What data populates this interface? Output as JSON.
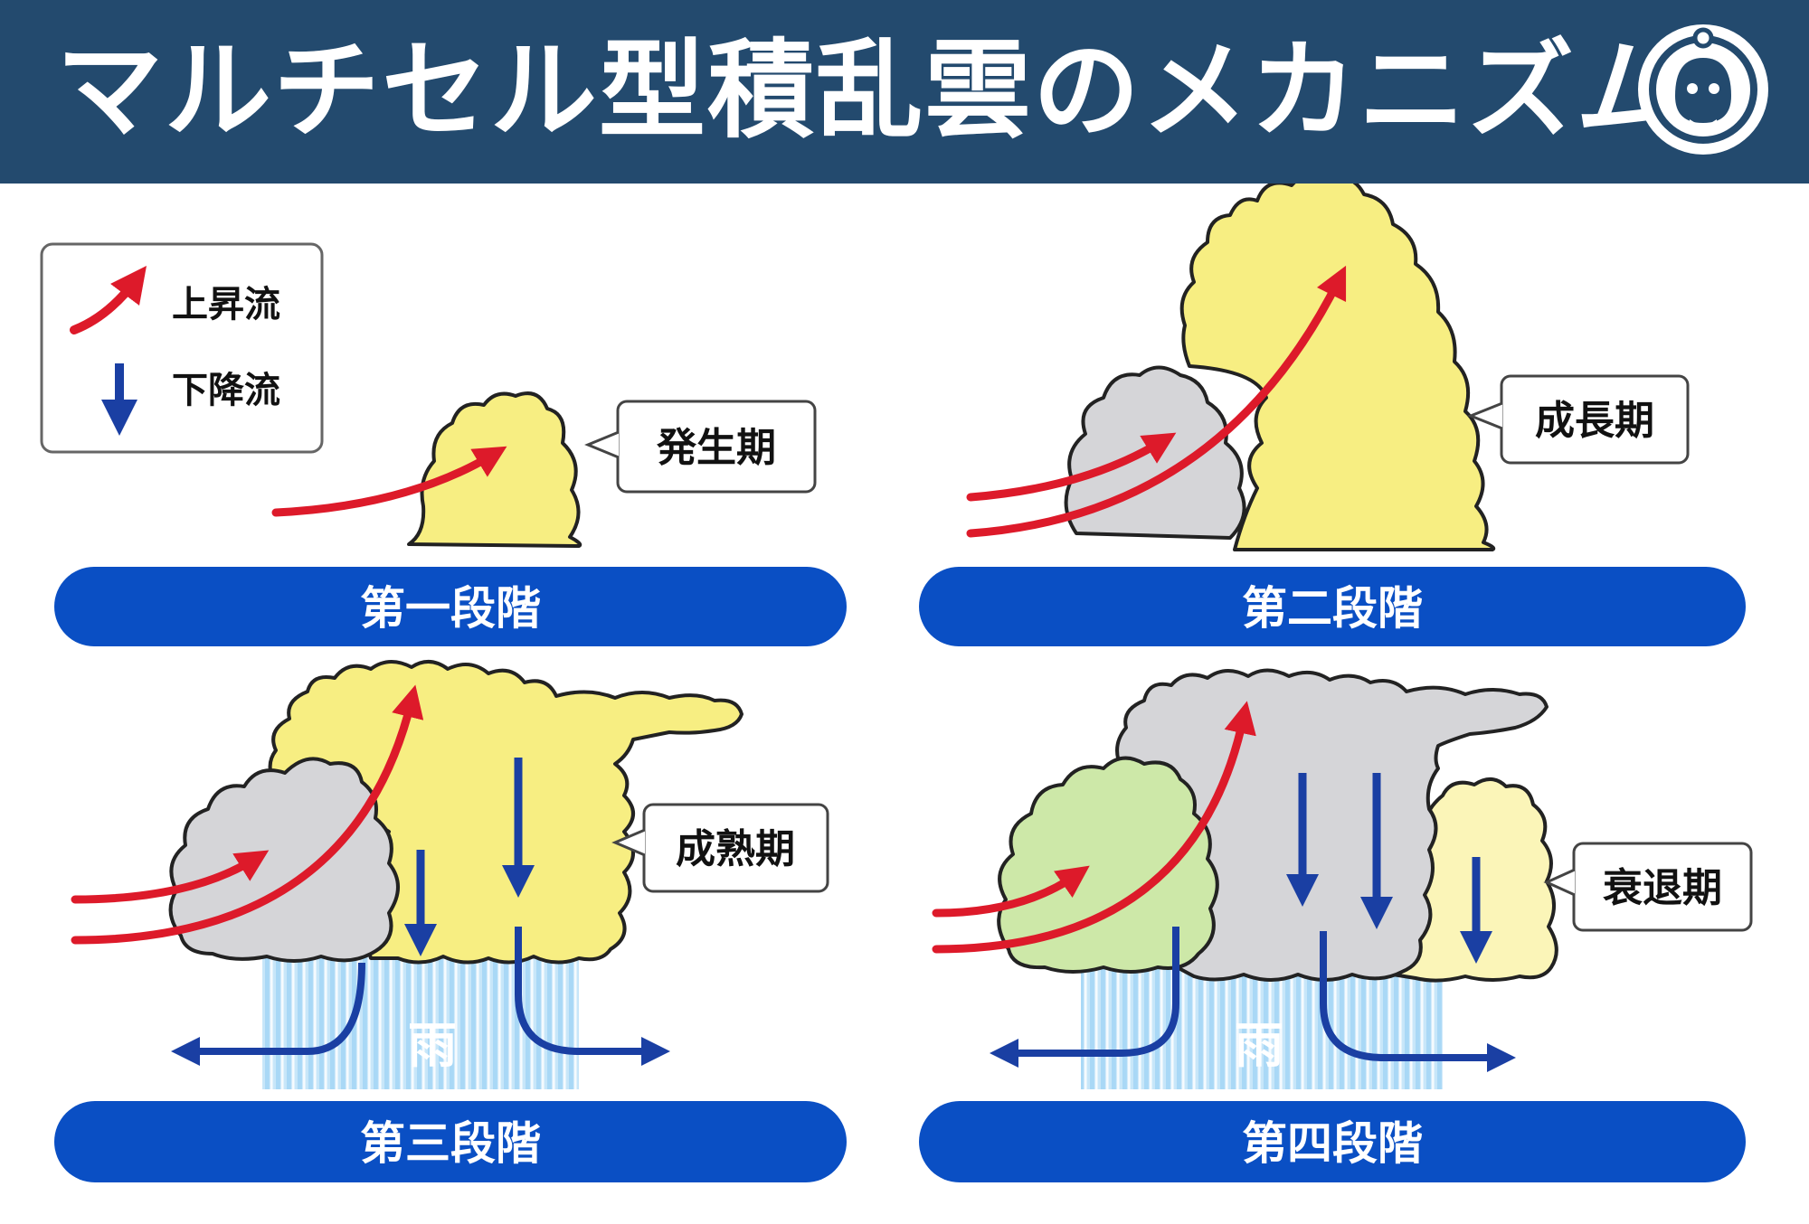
{
  "header": {
    "title": "マルチセル型積乱雲のメカニズム",
    "logo_icon": "weathernews-mascot-icon"
  },
  "legend": [
    {
      "label": "上昇流",
      "icon": "red-curved-arrow-icon",
      "color": "#dd1a2a"
    },
    {
      "label": "下降流",
      "icon": "blue-down-arrow-icon",
      "color": "#1a3fa3"
    }
  ],
  "stages": [
    {
      "title": "第一段階",
      "phase": "発生期"
    },
    {
      "title": "第二段階",
      "phase": "成長期"
    },
    {
      "title": "第三段階",
      "phase": "成熟期",
      "rain": "雨"
    },
    {
      "title": "第四段階",
      "phase": "衰退期",
      "rain": "雨"
    }
  ],
  "colors": {
    "header_bg": "#234a6e",
    "banner": "#0a4fc4",
    "cloud_yellow": "#f7ee82",
    "cloud_gray": "#d5d5d8",
    "cloud_green": "#cde8a8",
    "cloud_pale_yellow": "#fbf5b8",
    "rain": "#9fd2f4",
    "updraft": "#dd1a2a",
    "downdraft": "#1a3fa3"
  }
}
